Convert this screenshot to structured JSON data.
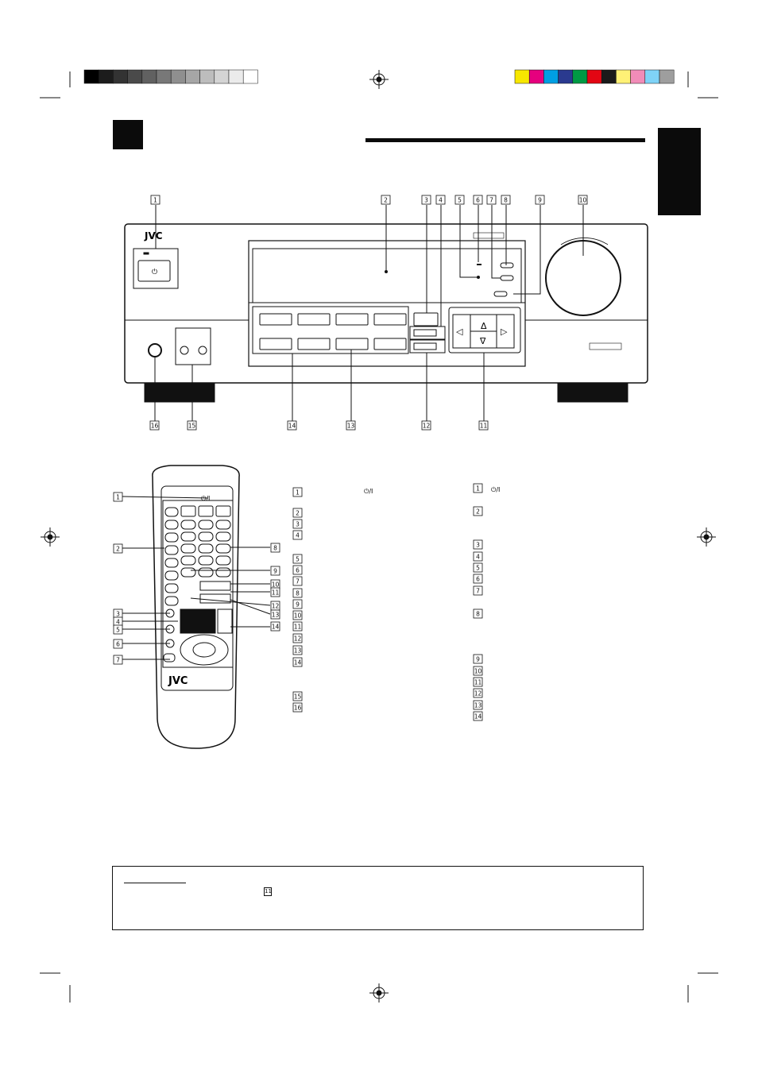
{
  "brand": "JVC",
  "front_callouts": [
    "1",
    "2",
    "3",
    "4",
    "5",
    "6",
    "7",
    "8",
    "9",
    "10",
    "11",
    "12",
    "13",
    "14",
    "15",
    "16"
  ],
  "remote_callouts_left": [
    "1",
    "2",
    "3",
    "4",
    "5",
    "6",
    "7"
  ],
  "remote_callouts_right": [
    "8",
    "9",
    "10",
    "11",
    "12",
    "13",
    "14"
  ],
  "legend_left": [
    "1",
    "2",
    "3",
    "4",
    "5",
    "6",
    "7",
    "8",
    "9",
    "10",
    "11",
    "12",
    "13",
    "14",
    "15",
    "16"
  ],
  "legend_right": [
    "1",
    "2",
    "3",
    "4",
    "5",
    "6",
    "7",
    "8",
    "9",
    "10",
    "11",
    "12",
    "13",
    "14"
  ],
  "power_symbol": "⏻/I",
  "note_ref": "11",
  "colors": {
    "ink": "#111111",
    "tab": "#0b0b0b"
  },
  "color_bar_left": [
    "#000000",
    "#1c1c1c",
    "#333333",
    "#4a4a4a",
    "#616161",
    "#787878",
    "#8f8f8f",
    "#a6a6a6",
    "#bdbdbd",
    "#d4d4d4",
    "#ebebeb",
    "#ffffff"
  ],
  "color_bar_right": [
    "#f7e700",
    "#e6007e",
    "#009fe3",
    "#2a3a8f",
    "#009a44",
    "#e30613",
    "#1a1a1a",
    "#fff176",
    "#f18cb8",
    "#7fd3f7",
    "#9e9e9e"
  ]
}
